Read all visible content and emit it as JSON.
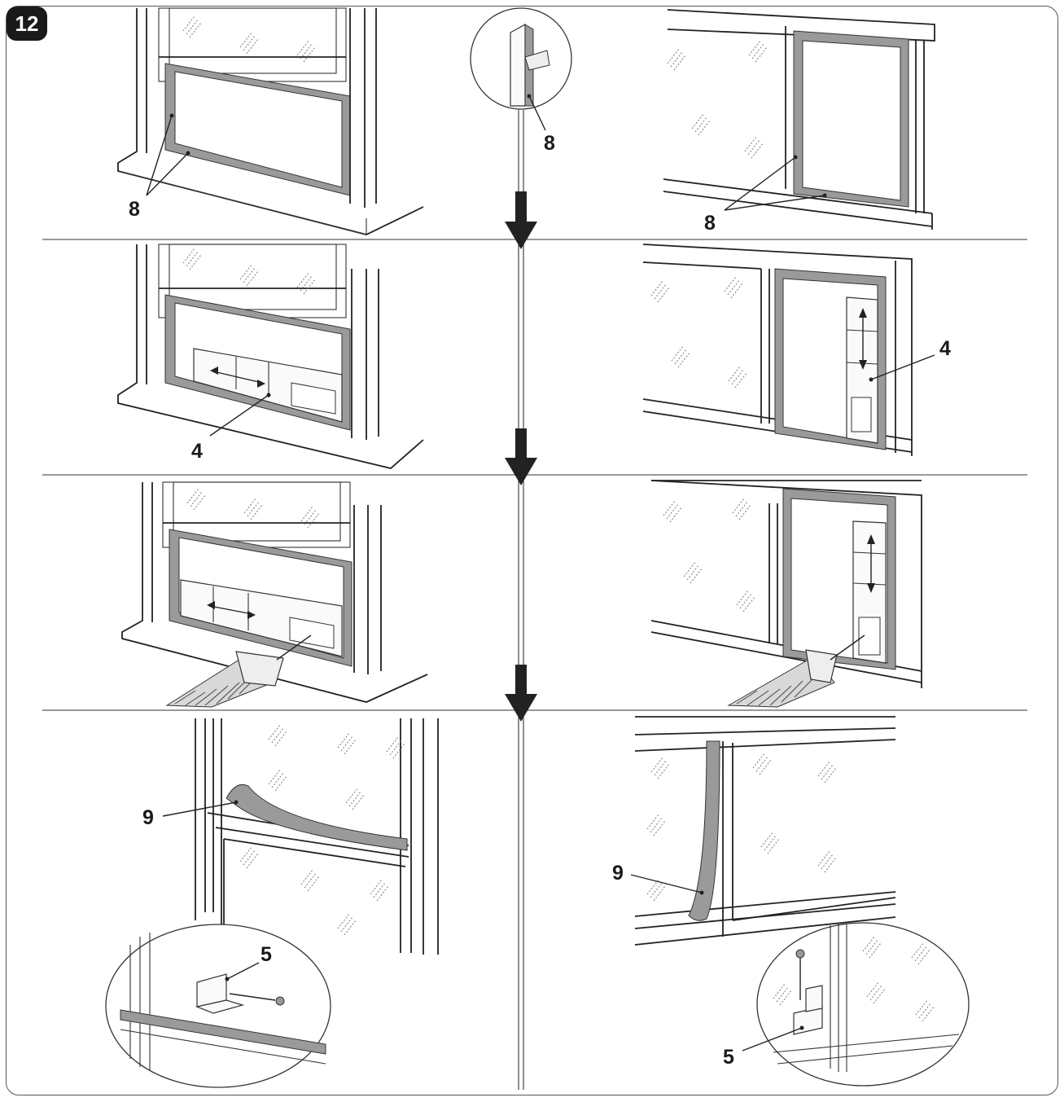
{
  "figure": {
    "step_number": "12",
    "labels": {
      "seal_strip": "8",
      "window_panel": "4",
      "foam_strip": "9",
      "bracket": "5"
    }
  }
}
